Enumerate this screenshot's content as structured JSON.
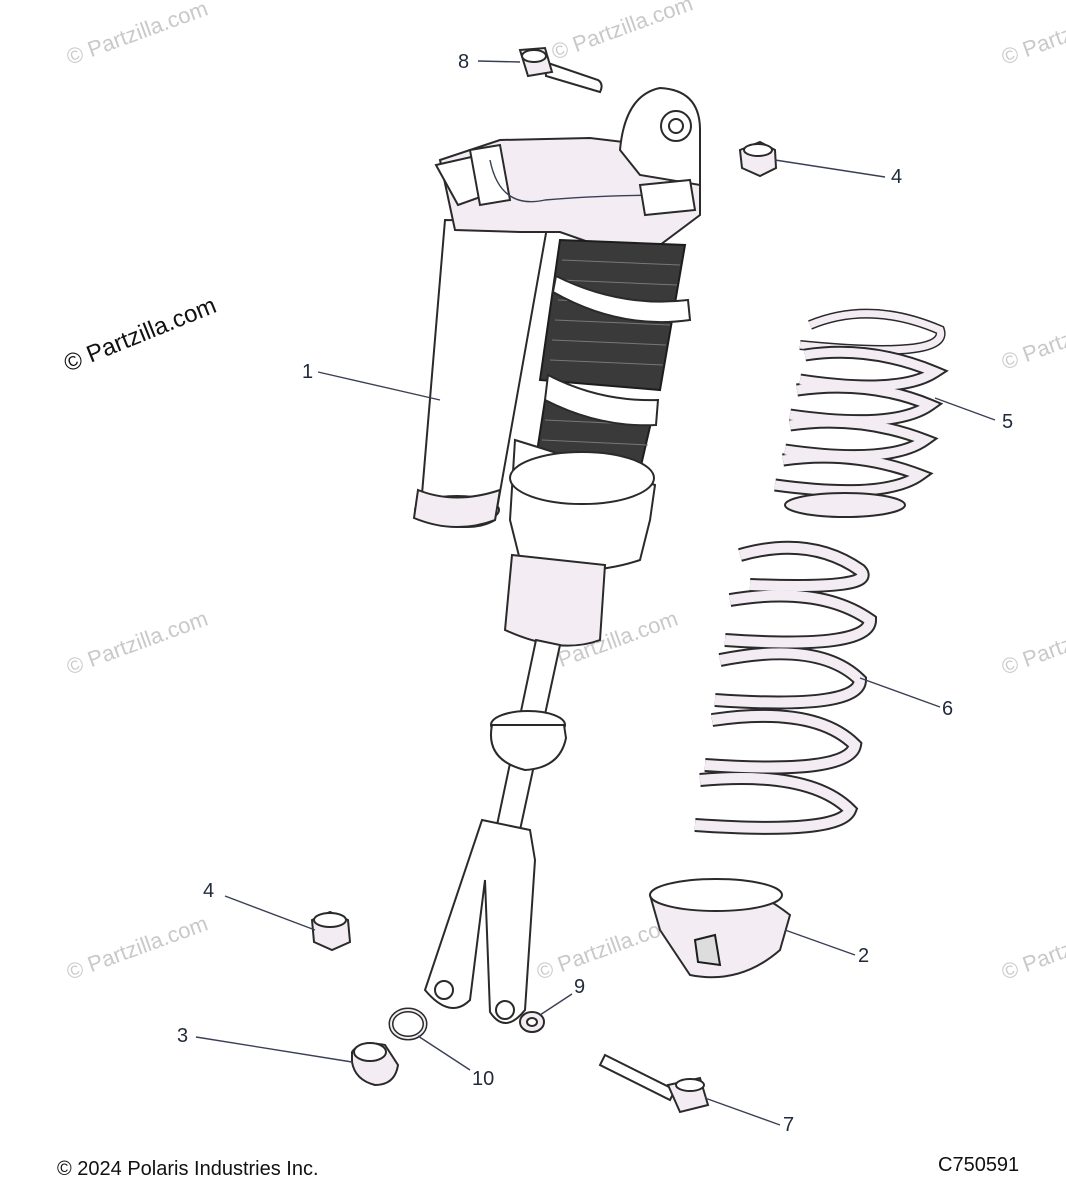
{
  "watermark": {
    "text": "© Partzilla.com",
    "prominent_text": "© Partzilla.com"
  },
  "callouts": [
    {
      "id": "c1",
      "label": "1"
    },
    {
      "id": "c2",
      "label": "2"
    },
    {
      "id": "c3",
      "label": "3"
    },
    {
      "id": "c4a",
      "label": "4"
    },
    {
      "id": "c4b",
      "label": "4"
    },
    {
      "id": "c5",
      "label": "5"
    },
    {
      "id": "c6",
      "label": "6"
    },
    {
      "id": "c7",
      "label": "7"
    },
    {
      "id": "c8",
      "label": "8"
    },
    {
      "id": "c9",
      "label": "9"
    },
    {
      "id": "c10",
      "label": "10"
    }
  ],
  "footer": {
    "copyright": "© 2024 Polaris Industries Inc.",
    "diagram_code": "C750591"
  },
  "colors": {
    "part_fill": "#ffffff",
    "part_tint": "#f3edf3",
    "spring_body": "#3a3a3a",
    "callout_text": "#1f2a3a",
    "watermark": "#c9c9c9"
  }
}
